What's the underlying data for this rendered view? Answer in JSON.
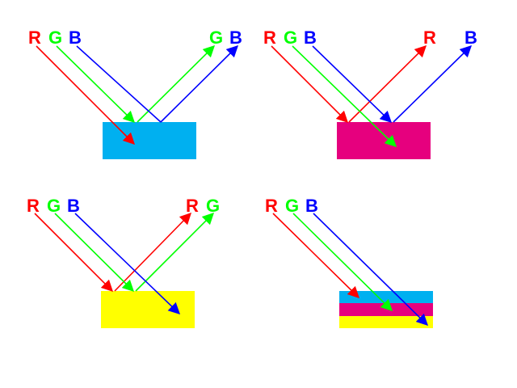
{
  "colors": {
    "red": "#ff0000",
    "green": "#00ff00",
    "blue": "#0000ff",
    "cyan": "#00b0f0",
    "magenta": "#e6007e",
    "yellow": "#ffff00",
    "background": "#ffffff"
  },
  "panels": [
    {
      "surface": [
        "cyan"
      ],
      "incoming_labels": [
        "R",
        "G",
        "B"
      ],
      "reflected_labels": [
        "G",
        "B"
      ],
      "absorbed": [
        "R"
      ]
    },
    {
      "surface": [
        "magenta"
      ],
      "incoming_labels": [
        "R",
        "G",
        "B"
      ],
      "reflected_labels": [
        "R",
        "B"
      ],
      "absorbed": [
        "G"
      ]
    },
    {
      "surface": [
        "yellow"
      ],
      "incoming_labels": [
        "R",
        "G",
        "B"
      ],
      "reflected_labels": [
        "R",
        "G"
      ],
      "absorbed": [
        "B"
      ]
    },
    {
      "surface": [
        "cyan",
        "magenta",
        "yellow"
      ],
      "incoming_labels": [
        "R",
        "G",
        "B"
      ],
      "reflected_labels": [],
      "absorbed": [
        "R",
        "G",
        "B"
      ]
    }
  ]
}
